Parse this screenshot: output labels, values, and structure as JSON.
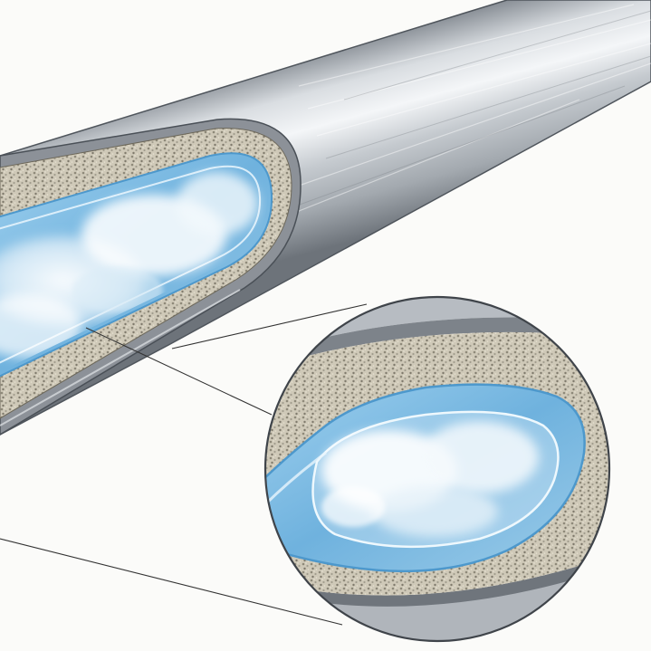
{
  "figure": {
    "labels": [],
    "colors": {
      "background": "#fbfbf9",
      "metal_jacket_light": "#f2f4f6",
      "metal_jacket_mid": "#b9bec4",
      "metal_jacket_dark": "#6e747b",
      "insulation": "#cdc7b6",
      "insulation_speckle": "#8f8a7c",
      "inner_tube": "#8fc4e6",
      "inner_tube_rim": "#5aa3d4",
      "steam": "#ffffff",
      "callout_line": "#333333"
    },
    "parts": [
      {
        "part": "outer-metal-jacket",
        "icon": "metal-jacket"
      },
      {
        "part": "insulation-layer",
        "icon": "granular-insulation"
      },
      {
        "part": "inner-tube",
        "icon": "blue-glass-tube"
      },
      {
        "part": "steam-vapor",
        "icon": "steam-cloud"
      },
      {
        "part": "magnified-detail",
        "icon": "magnifier-circle"
      }
    ]
  }
}
